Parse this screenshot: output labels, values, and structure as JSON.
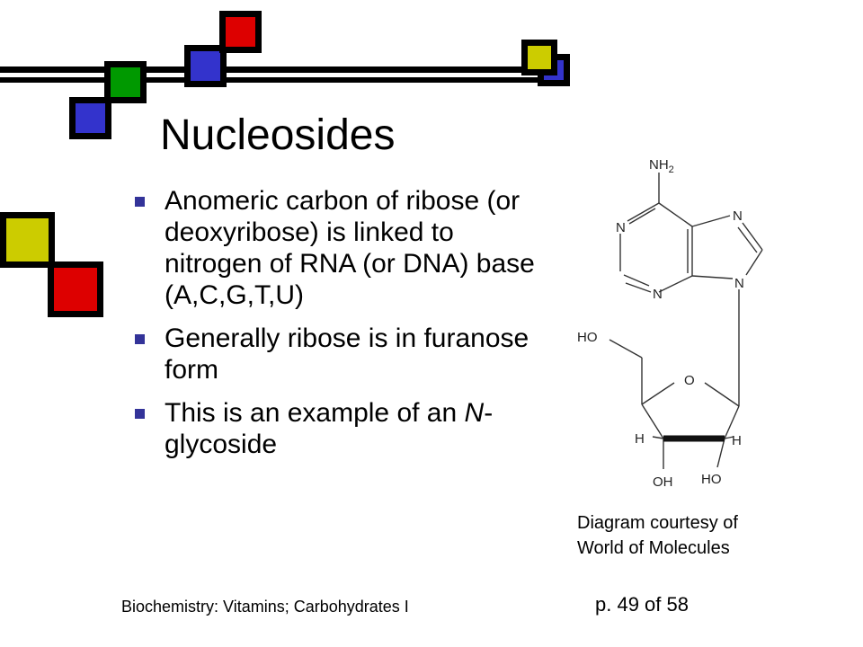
{
  "slide": {
    "title": "Nucleosides",
    "bullets": [
      {
        "text": "Anomeric carbon of ribose (or deoxyribose) is linked to nitrogen of RNA (or DNA) base (A,C,G,T,U)"
      },
      {
        "text": "Generally ribose is in furanose form"
      },
      {
        "text_before": "This is an example of an ",
        "italic": "N",
        "text_after": "-glycoside"
      }
    ],
    "caption_lines": [
      "Diagram courtesy of",
      "World of Molecules"
    ],
    "footer": "Biochemistry: Vitamins; Carbohydrates I",
    "page_number": "p. 49 of 58"
  },
  "molecule": {
    "labels": {
      "nh2": "NH2",
      "n1": "N",
      "n3": "N",
      "n7": "N",
      "n9": "N",
      "ho5": "HO",
      "o_ring": "O",
      "h2": "H",
      "h3": "H",
      "oh": "OH",
      "ho": "HO"
    }
  },
  "colors": {
    "yellow": "#CCCC00",
    "red": "#DD0000",
    "green": "#009900",
    "blue": "#3333CC",
    "bullet": "#333399"
  }
}
